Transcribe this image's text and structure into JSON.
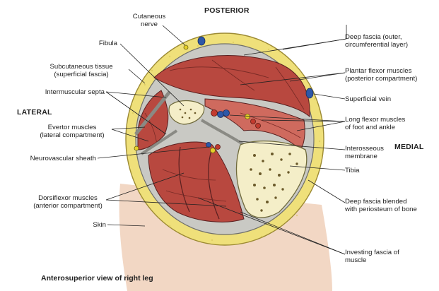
{
  "orientation": {
    "posterior": "POSTERIOR",
    "lateral": "LATERAL",
    "medial": "MEDIAL"
  },
  "caption": "Anterosuperior view of right leg",
  "labels": {
    "cutaneous_nerve": [
      "Cutaneous",
      "nerve"
    ],
    "fibula": "Fibula",
    "subcutaneous_tissue": [
      "Subcutaneous tissue",
      "(superficial fascia)"
    ],
    "intermuscular_septa": "Intermuscular septa",
    "evertor_muscles": [
      "Evertor muscles",
      "(lateral compartment)"
    ],
    "neurovascular_sheath": "Neurovascular sheath",
    "dorsiflexor_muscles": [
      "Dorsiflexor muscles",
      "(anterior compartment)"
    ],
    "skin": "Skin",
    "deep_fascia": [
      "Deep fascia (outer,",
      "circumferential layer)"
    ],
    "plantar_flexor": [
      "Plantar flexor muscles",
      "(posterior compartment)"
    ],
    "superficial_vein": "Superficial vein",
    "long_flexor": [
      "Long flexor muscles",
      "of foot and ankle"
    ],
    "interosseous": [
      "Interosseous",
      "membrane"
    ],
    "tibia": "Tibia",
    "deep_fascia_blended": [
      "Deep fascia blended",
      "with periosteum of bone"
    ],
    "investing_fascia": [
      "Investing fascia of",
      "muscle"
    ]
  },
  "colors": {
    "subcutaneous": "#efe07a",
    "skin": "#f2d7c4",
    "muscle": "#b8483f",
    "muscle_light": "#cf6a5e",
    "fascia": "#c9c9c4",
    "bone": "#f4eec8",
    "artery": "#c23a2e",
    "vein": "#2e58a8",
    "nerve": "#e5cf2a"
  }
}
